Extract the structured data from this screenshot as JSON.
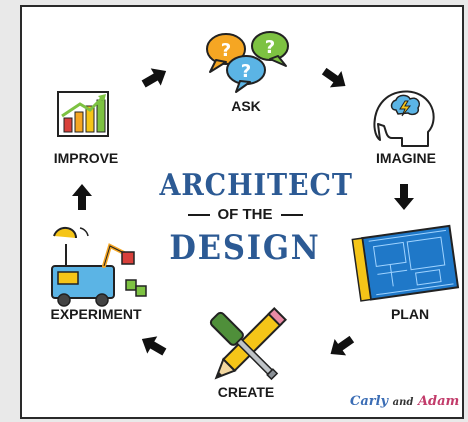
{
  "title": {
    "line1": "ARCHITECT",
    "line2": "OF THE",
    "line3": "DESIGN"
  },
  "cycle": {
    "steps": [
      "ASK",
      "IMAGINE",
      "PLAN",
      "CREATE",
      "EXPERIMENT",
      "IMPROVE"
    ]
  },
  "credit": {
    "name1": "Carly",
    "conj": "and",
    "name2": "Adam"
  },
  "colors": {
    "title_blue": "#2c5a94",
    "bubble_orange": "#f5a623",
    "bubble_green": "#7dc242",
    "bubble_blue": "#5bb4e5",
    "blueprint": "#1f78c8"
  },
  "icons": {
    "ask": "question-bubbles-icon",
    "imagine": "head-lightbulb-icon",
    "plan": "blueprint-icon",
    "create": "pencil-screwdriver-icon",
    "experiment": "robot-vehicle-icon",
    "improve": "bar-chart-icon"
  }
}
